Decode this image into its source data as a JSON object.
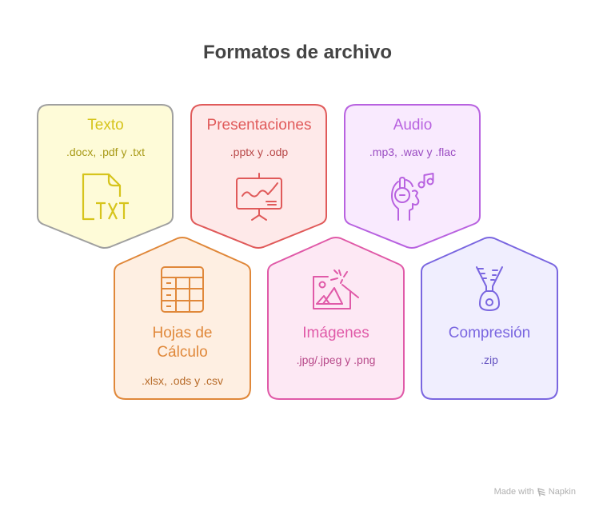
{
  "title": "Formatos de archivo",
  "cards": [
    {
      "id": "texto",
      "label": "Texto",
      "extensions": ".docx, .pdf y .txt",
      "icon": "txt-file-icon",
      "stroke": "#a0a0a0",
      "fill": "#fefbd8",
      "text_color": "#d6c41c",
      "ext_color": "#a89a18"
    },
    {
      "id": "presentaciones",
      "label": "Presentaciones",
      "extensions": ".pptx y .odp",
      "icon": "presentation-board-icon",
      "stroke": "#e05a5a",
      "fill": "#fee9e9",
      "text_color": "#e05a5a",
      "ext_color": "#b84848"
    },
    {
      "id": "audio",
      "label": "Audio",
      "extensions": ".mp3, .wav y .flac",
      "icon": "headphones-music-icon",
      "stroke": "#b862e0",
      "fill": "#f9eafe",
      "text_color": "#b862e0",
      "ext_color": "#9a4cc2"
    },
    {
      "id": "hojas",
      "label_line1": "Hojas de",
      "label_line2": "Cálculo",
      "extensions": ".xlsx, .ods y .csv",
      "icon": "spreadsheet-icon",
      "stroke": "#e0883a",
      "fill": "#feefe2",
      "text_color": "#e0883a",
      "ext_color": "#b86c2a"
    },
    {
      "id": "imagenes",
      "label": "Imágenes",
      "extensions": ".jpg/.jpeg y .png",
      "icon": "image-magic-icon",
      "stroke": "#e05aa8",
      "fill": "#fde8f4",
      "text_color": "#e05aa8",
      "ext_color": "#b84a8a"
    },
    {
      "id": "compresion",
      "label": "Compresión",
      "extensions": ".zip",
      "icon": "zipper-icon",
      "stroke": "#7a66e0",
      "fill": "#f0eefe",
      "text_color": "#7a66e0",
      "ext_color": "#6452c0"
    }
  ],
  "footer": {
    "made_with": "Made with",
    "brand": "Napkin"
  }
}
